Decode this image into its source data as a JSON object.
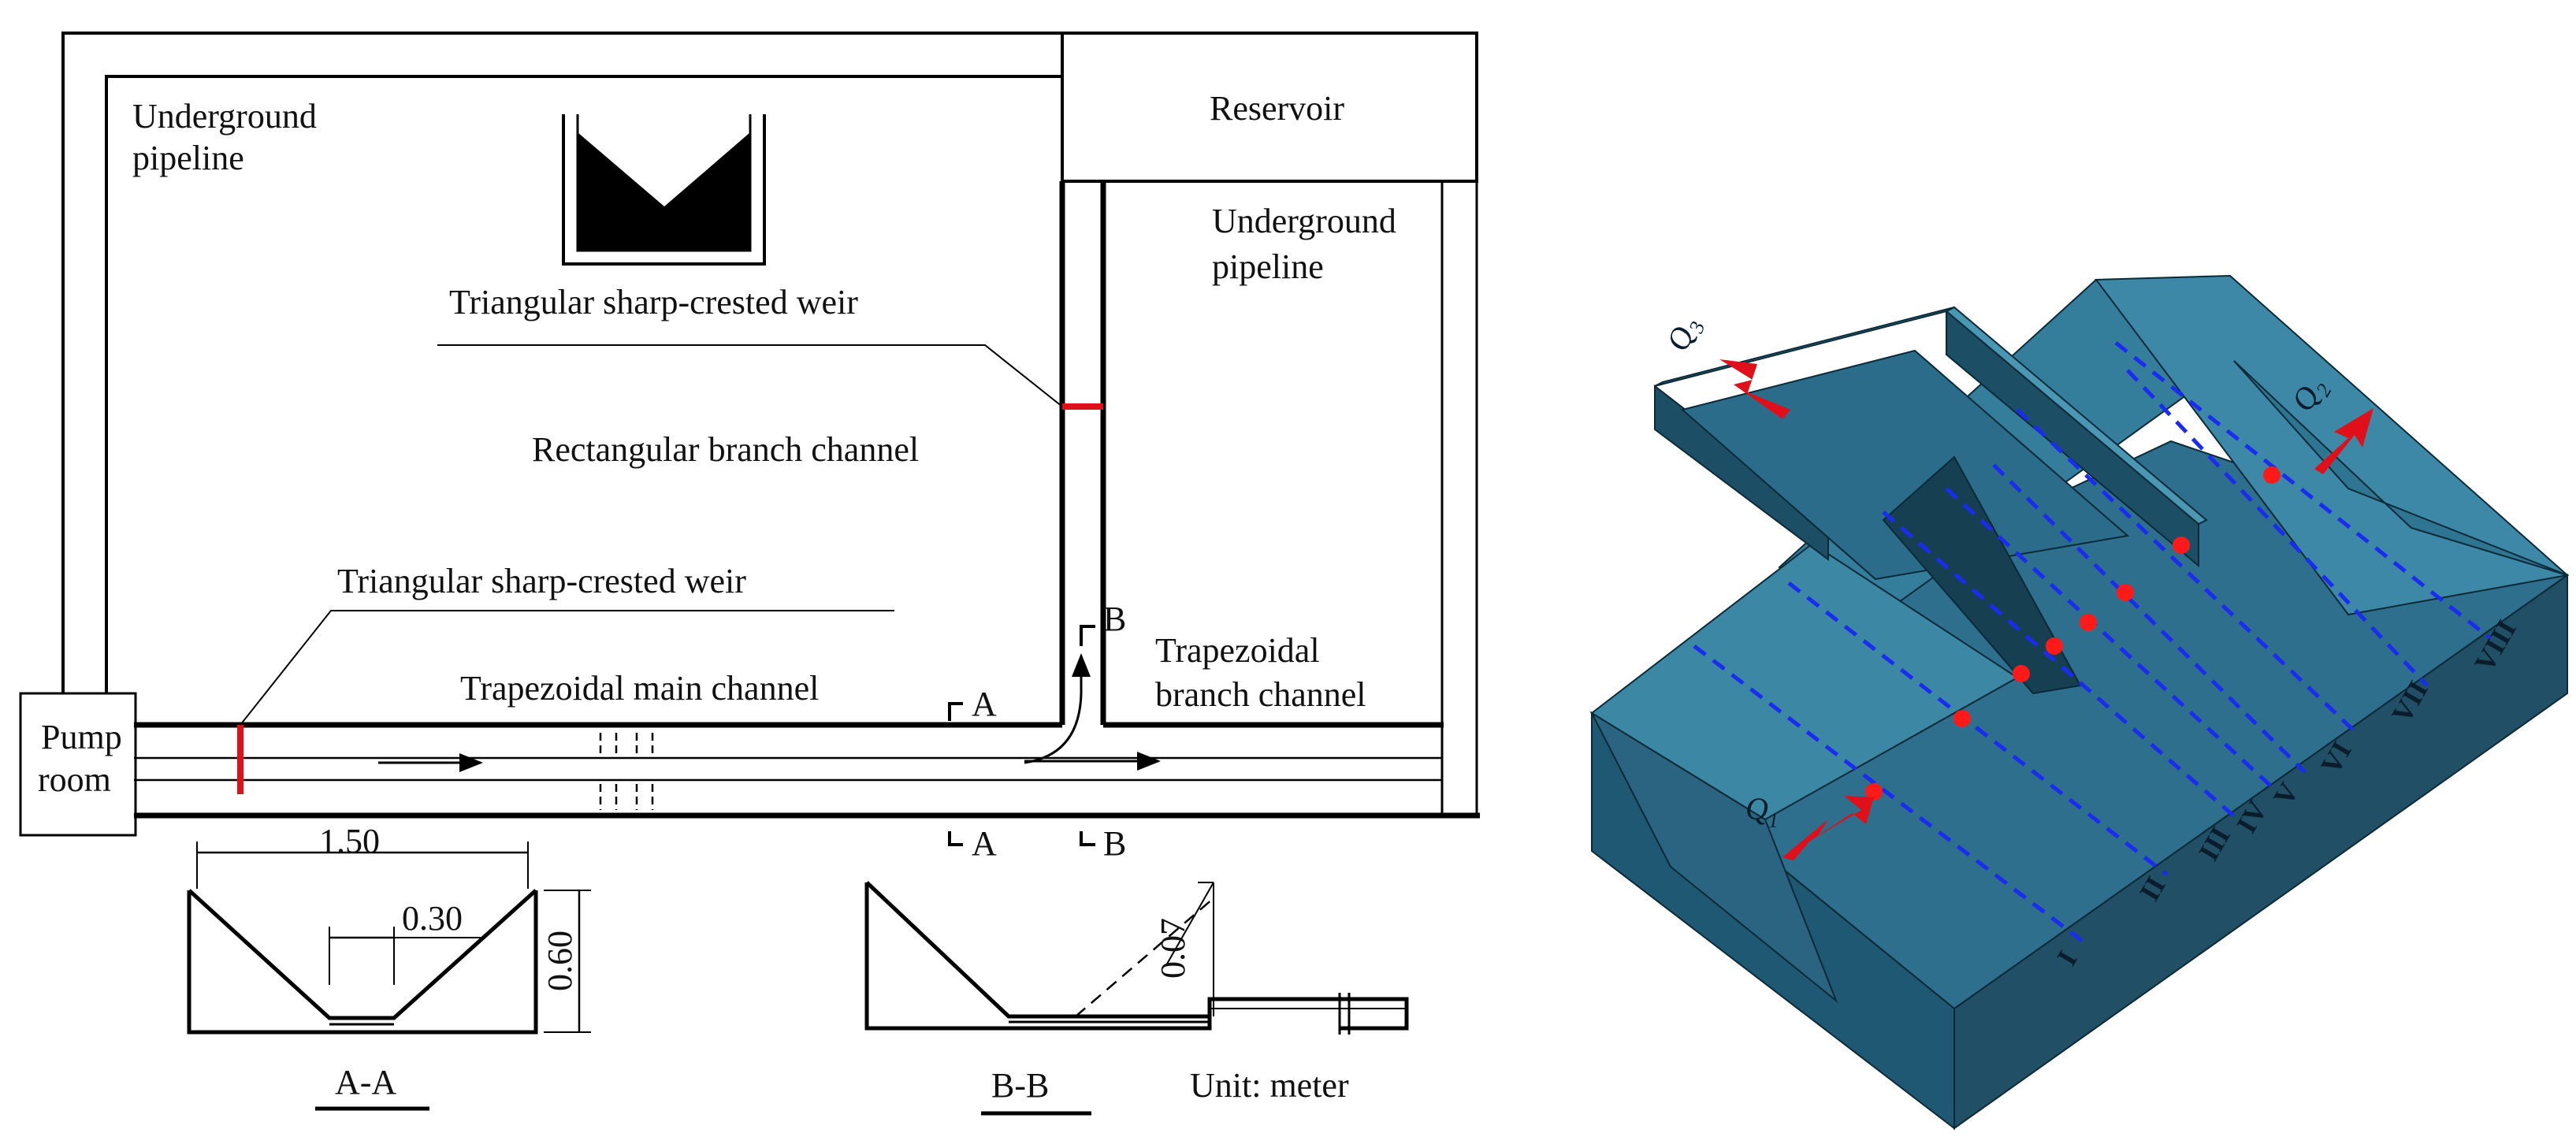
{
  "labels": {
    "underground_pipeline_left": [
      "Underground",
      "pipeline"
    ],
    "reservoir": "Reservoir",
    "underground_pipeline_right": [
      "Underground",
      "pipeline"
    ],
    "weir_top": "Triangular sharp-crested weir",
    "rect_branch": "Rectangular branch channel",
    "weir_main": "Triangular sharp-crested weir",
    "trap_main": "Trapezoidal main channel",
    "trap_branch": [
      "Trapezoidal",
      "branch channel"
    ],
    "pump_room": [
      "Pump",
      "room"
    ],
    "section_a": "A",
    "section_b": "B",
    "section_aa": "A-A",
    "section_bb": "B-B",
    "unit": "Unit: meter"
  },
  "dimensions": {
    "top_width": "1.50",
    "bottom_width": "0.30",
    "depth": "0.60",
    "bb_dim": "0.07"
  },
  "model3d": {
    "q_in": "Q",
    "q_in_sub": "1",
    "q_branch": "Q",
    "q_branch_sub": "3",
    "q_out": "Q",
    "q_out_sub": "2",
    "sections": [
      "I",
      "II",
      "III",
      "IV",
      "V",
      "VI",
      "VII",
      "VIII"
    ]
  },
  "colors": {
    "line": "#000000",
    "weir_red": "#e0101a",
    "model_body": "#2b6b86",
    "model_top": "#3f8aa6",
    "model_dark": "#17475c",
    "dash_blue": "#1a2cf0",
    "point_red": "#ff1a1a"
  }
}
